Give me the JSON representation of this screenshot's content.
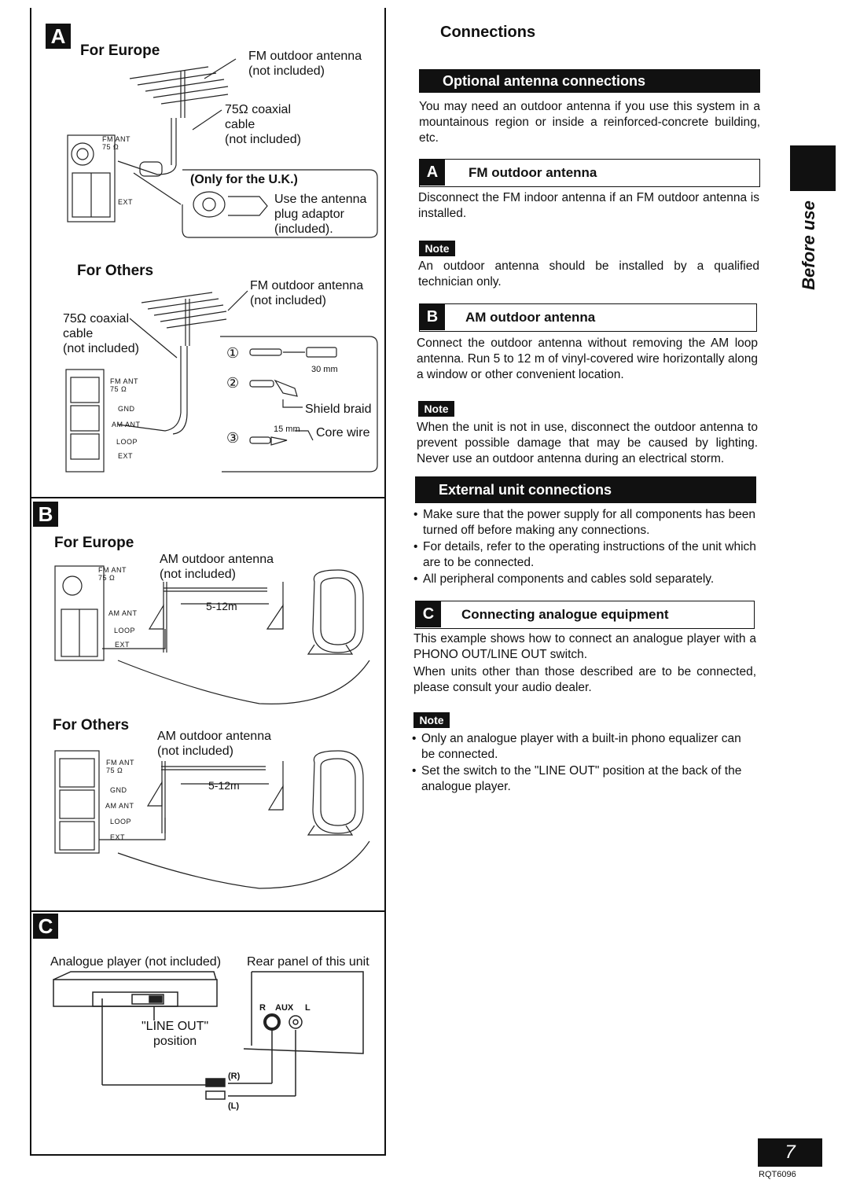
{
  "left": {
    "sectionA": {
      "letter": "A",
      "europe_heading": "For Europe",
      "fm_antenna": "FM outdoor antenna\n(not included)",
      "coax": "75Ω coaxial\ncable\n(not included)",
      "uk_title": "(Only for the U.K.)",
      "uk_text": "Use the antenna\nplug adaptor\n(included).",
      "others_heading": "For Others",
      "fm_antenna2": "FM outdoor antenna\n(not included)",
      "coax2": "75Ω coaxial\ncable\n(not included)",
      "step1": "①",
      "step2": "②",
      "step3": "③",
      "mm30": "30 mm",
      "shield": "Shield braid",
      "mm15": "15 mm",
      "core": "Core wire",
      "fmant": "FM ANT\n75 Ω",
      "amant": "AM ANT",
      "loop": "LOOP",
      "ext": "EXT",
      "gnd": "GND"
    },
    "sectionB": {
      "letter": "B",
      "europe_heading": "For Europe",
      "am_antenna": "AM outdoor antenna\n(not included)",
      "dist": "5-12m",
      "others_heading": "For Others",
      "am_antenna2": "AM outdoor antenna\n(not included)",
      "dist2": "5-12m"
    },
    "sectionC": {
      "letter": "C",
      "player": "Analogue player (not included)",
      "rear": "Rear panel of this unit",
      "lineout": "\"LINE OUT\"\nposition",
      "aux": "AUX",
      "r": "R",
      "l": "L",
      "r_plug": "(R)",
      "l_plug": "(L)"
    }
  },
  "right": {
    "title": "Connections",
    "banner1": "Optional antenna connections",
    "intro": "You may need an outdoor antenna if you use this system in a mountainous region or inside a reinforced-concrete building, etc.",
    "a": {
      "letter": "A",
      "heading": "FM outdoor antenna",
      "text": "Disconnect the FM indoor antenna if an FM outdoor antenna is installed."
    },
    "note1_label": "Note",
    "note1": "An outdoor antenna should be installed by a qualified technician only.",
    "b": {
      "letter": "B",
      "heading": "AM outdoor antenna",
      "text": "Connect the outdoor antenna without removing the AM loop antenna. Run 5 to 12 m of vinyl-covered wire horizontally along a window or other convenient location."
    },
    "note2_label": "Note",
    "note2": "When the unit is not in use, disconnect the outdoor antenna to prevent possible damage that may be caused by lighting. Never use an outdoor antenna during an electrical storm.",
    "banner2": "External unit connections",
    "ext_bullets": [
      "Make sure that the power supply for all components has been turned off before making any connections.",
      "For details, refer to the operating instructions of the unit which are to be connected.",
      "All peripheral components and cables sold separately."
    ],
    "c": {
      "letter": "C",
      "heading": "Connecting analogue equipment",
      "text1": "This example shows how to connect an analogue player with a PHONO OUT/LINE OUT switch.",
      "text2": "When units other than those described are to be connected, please consult your audio dealer."
    },
    "note3_label": "Note",
    "note3_bullets": [
      "Only an analogue player with a built-in phono equalizer can be connected.",
      "Set the switch to the \"LINE OUT\" position at the back of the analogue player."
    ],
    "side_tab": "Before use",
    "page_number": "7",
    "doc_code": "RQT6096"
  }
}
